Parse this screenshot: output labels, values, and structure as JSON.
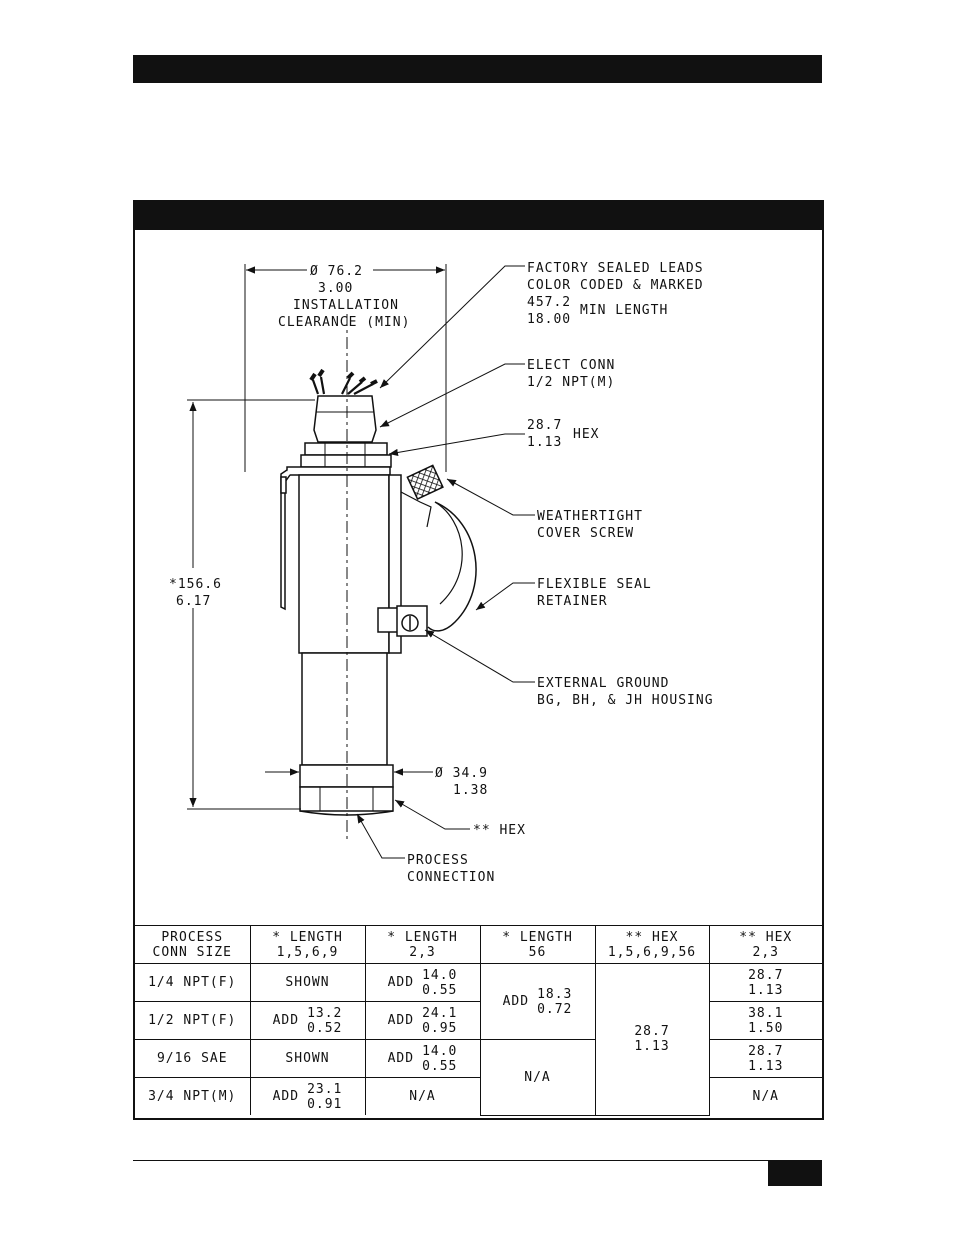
{
  "labels": {
    "clearance_dia": "Ø 76.2",
    "clearance_in": "3.00",
    "clearance_line1": "INSTALLATION",
    "clearance_line2": "CLEARANCE (MIN)",
    "leads_line1": "FACTORY SEALED LEADS",
    "leads_line2": "COLOR CODED & MARKED",
    "leads_mm": "457.2",
    "leads_in": "18.00",
    "leads_suffix": "MIN LENGTH",
    "elect_line1": "ELECT CONN",
    "elect_line2": "1/2 NPT(M)",
    "hex_mm": "28.7",
    "hex_in": "1.13",
    "hex_word": "HEX",
    "cover_line1": "WEATHERTIGHT",
    "cover_line2": "COVER SCREW",
    "seal_line1": "FLEXIBLE SEAL",
    "seal_line2": "RETAINER",
    "ground_line1": "EXTERNAL GROUND",
    "ground_line2": "BG, BH, & JH HOUSING",
    "length_mm": "*156.6",
    "length_in": "6.17",
    "body_dia": "Ø 34.9",
    "body_in": "1.38",
    "bottom_hex": "** HEX",
    "process_line1": "PROCESS",
    "process_line2": "CONNECTION"
  },
  "table": {
    "headers": [
      [
        "PROCESS",
        "CONN SIZE"
      ],
      [
        "* LENGTH",
        "1,5,6,9"
      ],
      [
        "* LENGTH",
        "2,3"
      ],
      [
        "* LENGTH",
        "56"
      ],
      [
        "** HEX",
        "1,5,6,9,56"
      ],
      [
        "** HEX",
        "2,3"
      ]
    ],
    "rows": [
      {
        "size": "1/4 NPT(F)",
        "len1569": "SHOWN",
        "len23": {
          "prefix": "ADD",
          "mm": "14.0",
          "in": "0.55"
        },
        "hex23": {
          "mm": "28.7",
          "in": "1.13"
        }
      },
      {
        "size": "1/2 NPT(F)",
        "len1569": {
          "prefix": "ADD",
          "mm": "13.2",
          "in": "0.52"
        },
        "len23": {
          "prefix": "ADD",
          "mm": "24.1",
          "in": "0.95"
        },
        "hex23": {
          "mm": "38.1",
          "in": "1.50"
        }
      },
      {
        "size": "9/16 SAE",
        "len1569": "SHOWN",
        "len23": {
          "prefix": "ADD",
          "mm": "14.0",
          "in": "0.55"
        },
        "hex23": {
          "mm": "28.7",
          "in": "1.13"
        }
      },
      {
        "size": "3/4 NPT(M)",
        "len1569": {
          "prefix": "ADD",
          "mm": "23.1",
          "in": "0.91"
        },
        "len23": "N/A",
        "hex23": "N/A"
      }
    ],
    "len56_merged_top": {
      "prefix": "ADD",
      "mm": "18.3",
      "in": "0.72"
    },
    "len56_merged_bottom": "N/A",
    "hex1569_merged": {
      "mm": "28.7",
      "in": "1.13"
    }
  }
}
